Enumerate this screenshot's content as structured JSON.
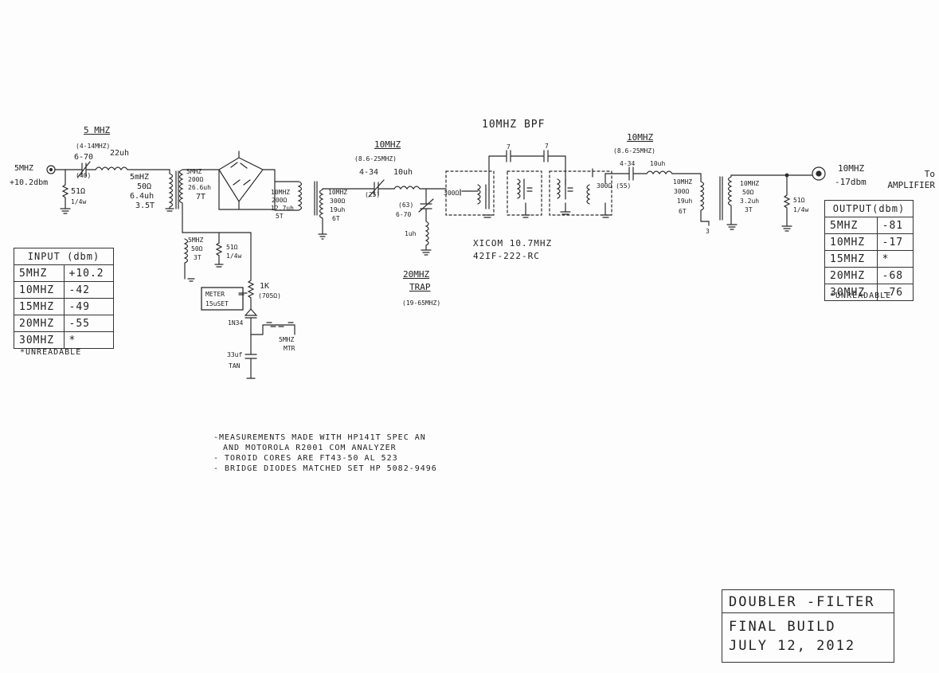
{
  "labels": {
    "input_freq": "5MHZ",
    "input_level": "+10.2dbm",
    "stage1_title": "5 MHZ",
    "stage1_range": "(4-14MHZ)",
    "stage1_cap": "6-70",
    "stage1_cap_setting": "(40)",
    "stage1_ind": "22uh",
    "stage1_res": "51Ω",
    "stage1_res_power": "1/4w",
    "xfmr1": [
      "5mHZ",
      "50Ω",
      "6.4uh",
      "3.5T"
    ],
    "bridge_xfmr": [
      "5MHZ",
      "200Ω",
      "26.6uh",
      "7T"
    ],
    "out_xfmr": [
      "10MHZ",
      "200Ω",
      "12.7uh",
      "5T"
    ],
    "sample_xfmr": [
      "5MHZ",
      "50Ω",
      "3T"
    ],
    "sample_res": [
      "51Ω",
      "1/4w"
    ],
    "pot": [
      "1K",
      "(705Ω)"
    ],
    "meter": [
      "METER",
      "15uSET"
    ],
    "diode": "1N34",
    "cap_tan": [
      "33uf",
      "TAN"
    ],
    "mtr": [
      "5MHZ",
      "MTR"
    ],
    "stage2_title": "10MHZ",
    "stage2_range": "(8.6-25MHZ)",
    "stage2_cap": "4-34",
    "stage2_cap_setting": "(25)",
    "stage2_ind": "10uh",
    "xfmr2": [
      "10MHZ",
      "300Ω",
      "19uh",
      "6T"
    ],
    "trap_cap": [
      "(63)",
      "6-70"
    ],
    "trap_ind": "1uh",
    "trap_title": "20MHZ",
    "trap_sub": "TRAP",
    "trap_range": "(19-65MHZ)",
    "bpf_title": "10MHZ BPF",
    "bpf_cap1": "7",
    "bpf_cap2": "7",
    "bpf_in": "300Ω",
    "bpf_out": "300Ω (55)",
    "bpf_part": [
      "XICOM 10.7MHZ",
      "42IF-222-RC"
    ],
    "stage3_title": "10MHZ",
    "stage3_range": "(8.6-25MHZ)",
    "stage3_cap": "4-34",
    "stage3_ind": "10uh",
    "xfmr3": [
      "10MHZ",
      "300Ω",
      "19uh",
      "6T"
    ],
    "xfmr3_turns": "3",
    "xfmr4": [
      "10MHZ",
      "50Ω",
      "3.2uh",
      "3T"
    ],
    "out_res": [
      "51Ω",
      "1/4w"
    ],
    "output_freq": "10MHZ",
    "output_level": "-17dbm",
    "output_dest": "To AMPLIFIER"
  },
  "input_table": {
    "header": "INPUT (dbm)",
    "rows": [
      [
        "5MHZ",
        "+10.2"
      ],
      [
        "10MHZ",
        "-42"
      ],
      [
        "15MHZ",
        "-49"
      ],
      [
        "20MHZ",
        "-55"
      ],
      [
        "30MHZ",
        "*"
      ]
    ],
    "footnote": "*UNREADABLE"
  },
  "output_table": {
    "header": "OUTPUT(dbm)",
    "rows": [
      [
        "5MHZ",
        "-81"
      ],
      [
        "10MHZ",
        "-17"
      ],
      [
        "15MHZ",
        "*"
      ],
      [
        "20MHZ",
        "-68"
      ],
      [
        "30MHZ",
        "-76"
      ]
    ],
    "footnote": "*UNREADABLE"
  },
  "notes": [
    "-MEASUREMENTS MADE WITH HP141T SPEC AN",
    "  AND MOTOROLA R2001 COM ANALYZER",
    "- TOROID CORES ARE FT43-50 AL 523",
    "- BRIDGE DIODES MATCHED SET HP 5082-9496"
  ],
  "title_block": {
    "line1": "DOUBLER -FILTER",
    "line2": "FINAL BUILD",
    "line3": "JULY 12, 2012"
  }
}
